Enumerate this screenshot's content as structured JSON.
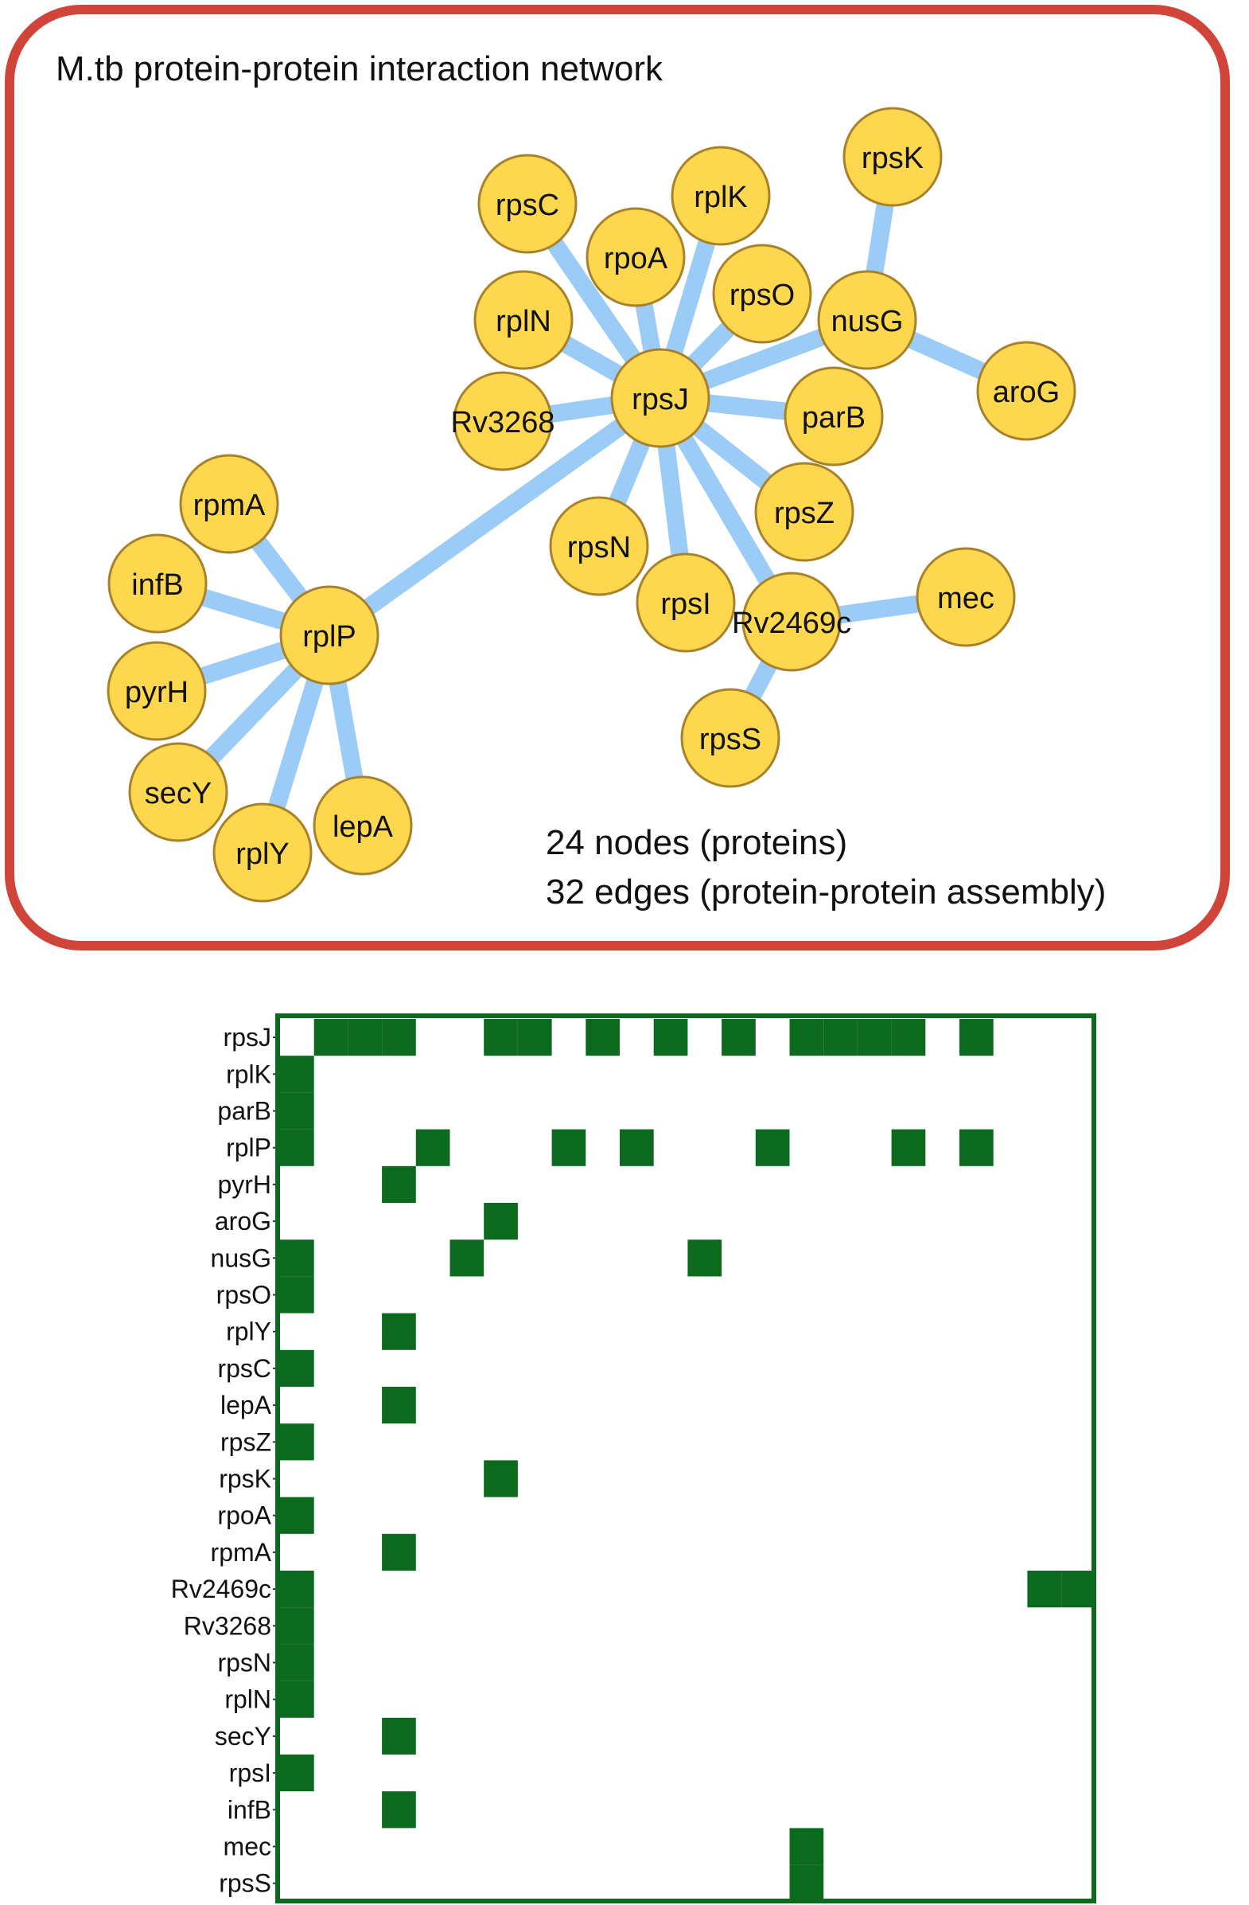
{
  "title": "M.tb protein-protein interaction network",
  "stats": {
    "nodes_label": "24 nodes (proteins)",
    "edges_label": "32 edges (protein-protein assembly)"
  },
  "colors": {
    "frame": "#d0443a",
    "node_fill": "#fdd84e",
    "node_stroke": "#a8822a",
    "edge": "#9bcbf7",
    "matrix_cell": "#0c6a1e",
    "matrix_frame": "#0c6a1e"
  },
  "network": {
    "nodes": [
      {
        "id": "rpsJ",
        "label": "rpsJ"
      },
      {
        "id": "rpsC",
        "label": "rpsC"
      },
      {
        "id": "rpoA",
        "label": "rpoA"
      },
      {
        "id": "rplK",
        "label": "rplK"
      },
      {
        "id": "rpsO",
        "label": "rpsO"
      },
      {
        "id": "nusG",
        "label": "nusG"
      },
      {
        "id": "rpsK",
        "label": "rpsK"
      },
      {
        "id": "aroG",
        "label": "aroG"
      },
      {
        "id": "rplN",
        "label": "rplN"
      },
      {
        "id": "Rv3268",
        "label": "Rv3268"
      },
      {
        "id": "parB",
        "label": "parB"
      },
      {
        "id": "rpsZ",
        "label": "rpsZ"
      },
      {
        "id": "rpsN",
        "label": "rpsN"
      },
      {
        "id": "rpsI",
        "label": "rpsI"
      },
      {
        "id": "Rv2469c",
        "label": "Rv2469c"
      },
      {
        "id": "mec",
        "label": "mec"
      },
      {
        "id": "rpsS",
        "label": "rpsS"
      },
      {
        "id": "rplP",
        "label": "rplP"
      },
      {
        "id": "rpmA",
        "label": "rpmA"
      },
      {
        "id": "infB",
        "label": "infB"
      },
      {
        "id": "pyrH",
        "label": "pyrH"
      },
      {
        "id": "secY",
        "label": "secY"
      },
      {
        "id": "rplY",
        "label": "rplY"
      },
      {
        "id": "lepA",
        "label": "lepA"
      }
    ],
    "edges": [
      [
        "rpsJ",
        "rpsC"
      ],
      [
        "rpsJ",
        "rpoA"
      ],
      [
        "rpsJ",
        "rplK"
      ],
      [
        "rpsJ",
        "rpsO"
      ],
      [
        "rpsJ",
        "nusG"
      ],
      [
        "rpsJ",
        "rplN"
      ],
      [
        "rpsJ",
        "Rv3268"
      ],
      [
        "rpsJ",
        "parB"
      ],
      [
        "rpsJ",
        "rpsZ"
      ],
      [
        "rpsJ",
        "rpsN"
      ],
      [
        "rpsJ",
        "rpsI"
      ],
      [
        "rpsJ",
        "Rv2469c"
      ],
      [
        "rpsJ",
        "rplP"
      ],
      [
        "nusG",
        "rpsK"
      ],
      [
        "nusG",
        "aroG"
      ],
      [
        "Rv2469c",
        "mec"
      ],
      [
        "Rv2469c",
        "rpsS"
      ],
      [
        "rplP",
        "rpmA"
      ],
      [
        "rplP",
        "infB"
      ],
      [
        "rplP",
        "pyrH"
      ],
      [
        "rplP",
        "secY"
      ],
      [
        "rplP",
        "rplY"
      ],
      [
        "rplP",
        "lepA"
      ]
    ]
  },
  "matrix": {
    "rows": [
      "rpsJ",
      "rplK",
      "parB",
      "rplP",
      "pyrH",
      "aroG",
      "nusG",
      "rpsO",
      "rplY",
      "rpsC",
      "lepA",
      "rpsZ",
      "rpsK",
      "rpoA",
      "rpmA",
      "Rv2469c",
      "Rv3268",
      "rpsN",
      "rplN",
      "secY",
      "rpsI",
      "infB",
      "mec",
      "rpsS"
    ],
    "filled": [
      [
        1,
        2,
        3,
        6,
        7,
        9,
        11,
        13,
        15,
        16,
        17,
        18,
        20
      ],
      [
        0
      ],
      [
        0
      ],
      [
        0,
        4,
        8,
        10,
        14,
        18,
        20
      ],
      [
        3
      ],
      [
        6
      ],
      [
        0,
        5,
        12
      ],
      [
        0
      ],
      [
        3
      ],
      [
        0
      ],
      [
        3
      ],
      [
        0
      ],
      [
        6
      ],
      [
        0
      ],
      [
        3
      ],
      [
        0,
        22,
        23
      ],
      [
        0
      ],
      [
        0
      ],
      [
        0
      ],
      [
        3
      ],
      [
        0
      ],
      [
        3
      ],
      [
        15
      ],
      [
        15
      ]
    ]
  }
}
